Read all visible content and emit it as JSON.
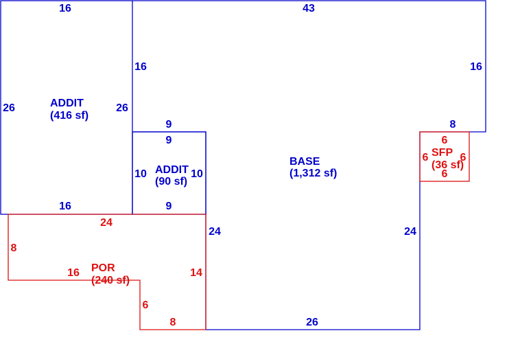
{
  "colors": {
    "blue": "#0000cc",
    "red": "#dd1111",
    "background": "#ffffff"
  },
  "areas": {
    "addit_large": {
      "name": "ADDIT",
      "area": "(416 sf)"
    },
    "addit_small": {
      "name": "ADDIT",
      "area": "(90 sf)"
    },
    "base": {
      "name": "BASE",
      "area": "(1,312 sf)"
    },
    "sfp": {
      "name": "SFP",
      "area": "(36 sf)"
    },
    "por": {
      "name": "POR",
      "area": "(240 sf)"
    }
  },
  "dimensions": {
    "addit_large": {
      "top": "16",
      "left": "26",
      "right": "26",
      "bottom": "16"
    },
    "addit_small": {
      "top": "9",
      "top_inner": "9",
      "left": "10",
      "right": "10",
      "bottom": "9"
    },
    "base": {
      "top": "43",
      "left_upper": "16",
      "right_upper": "16",
      "right_notch": "8",
      "left_lower": "24",
      "right_lower": "24",
      "bottom": "26"
    },
    "sfp": {
      "top": "6",
      "left": "6",
      "right": "6",
      "bottom": "6"
    },
    "por": {
      "top": "24",
      "left": "8",
      "mid_horizontal": "16",
      "right": "14",
      "step_vertical": "6",
      "bottom": "8"
    }
  }
}
